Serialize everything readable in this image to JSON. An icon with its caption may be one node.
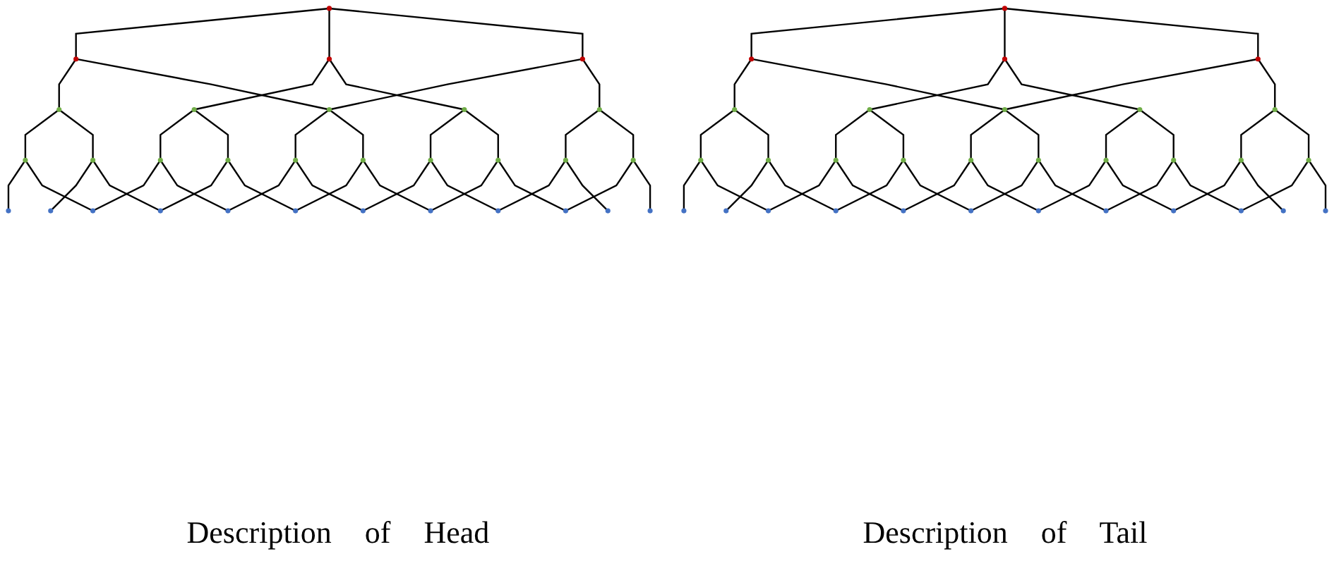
{
  "diagram": {
    "nodes": [
      {
        "text": [],
        "shape": "circle"
      },
      {
        "text": [],
        "shape": "circle"
      },
      {
        "text": [],
        "shape": "circle"
      },
      {
        "text": [],
        "shape": "circle"
      },
      {
        "text": [],
        "shape": "circle"
      },
      {
        "text": [],
        "shape": "circle"
      },
      {
        "text": [],
        "shape": "circle"
      },
      {
        "text": [],
        "shape": "circle"
      },
      {
        "text": [],
        "shape": "circle"
      },
      {
        "text": [],
        "shape": "circle"
      },
      {
        "text": [],
        "shape": "circle"
      },
      {
        "text": [],
        "shape": "circle"
      },
      {
        "text": [],
        "shape": "circle"
      },
      {
        "text": [],
        "shape": "circle"
      },
      {
        "text": [],
        "shape": "circle"
      },
      {
        "text": [],
        "shape": "circle"
      },
      {
        "text": [],
        "shape": "circle"
      },
      {
        "text": [],
        "shape": "circle"
      },
      {
        "text": [],
        "shape": "circle"
      },
      {
        "text": [],
        "shape": "circle"
      },
      {
        "text": [],
        "shape": "circle"
      },
      {
        "text": [],
        "shape": "circle"
      },
      {
        "text": [],
        "shape": "circle"
      },
      {
        "text": [],
        "shape": "circle"
      },
      {
        "text": [],
        "shape": "circle"
      },
      {
        "text": [],
        "shape": "circle"
      },
      {
        "text": [],
        "shape": "circle"
      },
      {
        "text": [],
        "shape": "circle"
      },
      {
        "text": [],
        "shape": "circle"
      },
      {
        "text": [],
        "shape": "circle"
      },
      {
        "text": [],
        "shape": "circle"
      },
      {
        "text": [],
        "shape": "circle"
      },
      {
        "text": [],
        "shape": "circle"
      },
      {
        "text": [],
        "shape": "circle"
      },
      {
        "text": [],
        "shape": "circle"
      },
      {
        "text": [],
        "shape": "circle"
      },
      {
        "text": [],
        "shape": "circle"
      },
      {
        "text": [],
        "shape": "circle"
      },
      {
        "text": [],
        "shape": "circle"
      },
      {
        "text": [],
        "shape": "circle"
      },
      {
        "text": [],
        "shape": "circle"
      },
      {
        "text": [],
        "shape": "circle"
      },
      {
        "text": [],
        "shape": "circle"
      },
      {
        "text": [],
        "shape": "circle"
      },
      {
        "text": [],
        "shape": "circle"
      },
      {
        "text": [],
        "shape": "circle"
      },
      {
        "text": [],
        "shape": "circle"
      },
      {
        "text": [],
        "shape": "circle"
      },
      {
        "text": [],
        "shape": "circle"
      },
      {
        "text": [],
        "shape": "circle"
      },
      {
        "text": [],
        "shape": "circle"
      },
      {
        "text": [],
        "shape": "circle"
      },
      {
        "text": [],
        "shape": "circle"
      },
      {
        "text": [],
        "shape": "circle"
      },
      {
        "text": [],
        "shape": "circle"
      },
      {
        "text": [],
        "shape": "circle"
      },
      {
        "text": [],
        "shape": "circle"
      },
      {
        "text": [],
        "shape": "circle"
      },
      {
        "text": [],
        "shape": "circle"
      },
      {
        "text": [],
        "shape": "circle"
      },
      {
        "text": [],
        "shape": "circle"
      },
      {
        "text": [],
        "shape": "circle"
      }
    ],
    "edges": [
      {
        "from": 0,
        "to": 1,
        "arrow": "none"
      },
      {
        "from": 0,
        "to": 2,
        "arrow": "none"
      },
      {
        "from": 0,
        "to": 3,
        "arrow": "none"
      },
      {
        "from": 1,
        "to": 4,
        "arrow": "none"
      },
      {
        "from": 1,
        "to": 6,
        "arrow": "none"
      },
      {
        "from": 2,
        "to": 5,
        "arrow": "none"
      },
      {
        "from": 2,
        "to": 7,
        "arrow": "none"
      },
      {
        "from": 3,
        "to": 6,
        "arrow": "none"
      },
      {
        "from": 3,
        "to": 8,
        "arrow": "none"
      },
      {
        "from": 4,
        "to": 9,
        "arrow": "none"
      },
      {
        "from": 4,
        "to": 10,
        "arrow": "none"
      },
      {
        "from": 5,
        "to": 11,
        "arrow": "none"
      },
      {
        "from": 5,
        "to": 12,
        "arrow": "none"
      },
      {
        "from": 6,
        "to": 13,
        "arrow": "none"
      },
      {
        "from": 6,
        "to": 14,
        "arrow": "none"
      },
      {
        "from": 7,
        "to": 15,
        "arrow": "none"
      },
      {
        "from": 7,
        "to": 16,
        "arrow": "none"
      },
      {
        "from": 8,
        "to": 17,
        "arrow": "none"
      },
      {
        "from": 8,
        "to": 18,
        "arrow": "none"
      },
      {
        "from": 9,
        "to": 19,
        "arrow": "none"
      },
      {
        "from": 9,
        "to": 21,
        "arrow": "none"
      },
      {
        "from": 10,
        "to": 20,
        "arrow": "none"
      },
      {
        "from": 10,
        "to": 22,
        "arrow": "none"
      },
      {
        "from": 11,
        "to": 21,
        "arrow": "none"
      },
      {
        "from": 11,
        "to": 23,
        "arrow": "none"
      },
      {
        "from": 12,
        "to": 22,
        "arrow": "none"
      },
      {
        "from": 12,
        "to": 24,
        "arrow": "none"
      },
      {
        "from": 13,
        "to": 23,
        "arrow": "none"
      },
      {
        "from": 13,
        "to": 25,
        "arrow": "none"
      },
      {
        "from": 14,
        "to": 24,
        "arrow": "none"
      },
      {
        "from": 14,
        "to": 26,
        "arrow": "none"
      },
      {
        "from": 15,
        "to": 25,
        "arrow": "none"
      },
      {
        "from": 15,
        "to": 27,
        "arrow": "none"
      },
      {
        "from": 16,
        "to": 26,
        "arrow": "none"
      },
      {
        "from": 16,
        "to": 28,
        "arrow": "none"
      },
      {
        "from": 17,
        "to": 27,
        "arrow": "none"
      },
      {
        "from": 17,
        "to": 29,
        "arrow": "none"
      },
      {
        "from": 18,
        "to": 28,
        "arrow": "none"
      },
      {
        "from": 18,
        "to": 30,
        "arrow": "none"
      },
      {
        "from": 31,
        "to": 32,
        "arrow": "none"
      },
      {
        "from": 31,
        "to": 33,
        "arrow": "none"
      },
      {
        "from": 31,
        "to": 34,
        "arrow": "none"
      },
      {
        "from": 32,
        "to": 35,
        "arrow": "none"
      },
      {
        "from": 32,
        "to": 37,
        "arrow": "none"
      },
      {
        "from": 33,
        "to": 36,
        "arrow": "none"
      },
      {
        "from": 33,
        "to": 38,
        "arrow": "none"
      },
      {
        "from": 34,
        "to": 37,
        "arrow": "none"
      },
      {
        "from": 34,
        "to": 39,
        "arrow": "none"
      },
      {
        "from": 35,
        "to": 40,
        "arrow": "none"
      },
      {
        "from": 35,
        "to": 41,
        "arrow": "none"
      },
      {
        "from": 36,
        "to": 42,
        "arrow": "none"
      },
      {
        "from": 36,
        "to": 43,
        "arrow": "none"
      },
      {
        "from": 37,
        "to": 44,
        "arrow": "none"
      },
      {
        "from": 37,
        "to": 45,
        "arrow": "none"
      },
      {
        "from": 38,
        "to": 46,
        "arrow": "none"
      },
      {
        "from": 38,
        "to": 47,
        "arrow": "none"
      },
      {
        "from": 39,
        "to": 48,
        "arrow": "none"
      },
      {
        "from": 39,
        "to": 49,
        "arrow": "none"
      },
      {
        "from": 40,
        "to": 50,
        "arrow": "none"
      },
      {
        "from": 40,
        "to": 52,
        "arrow": "none"
      },
      {
        "from": 41,
        "to": 51,
        "arrow": "none"
      },
      {
        "from": 41,
        "to": 53,
        "arrow": "none"
      },
      {
        "from": 42,
        "to": 52,
        "arrow": "none"
      },
      {
        "from": 42,
        "to": 54,
        "arrow": "none"
      },
      {
        "from": 43,
        "to": 53,
        "arrow": "none"
      },
      {
        "from": 43,
        "to": 55,
        "arrow": "none"
      },
      {
        "from": 44,
        "to": 54,
        "arrow": "none"
      },
      {
        "from": 44,
        "to": 56,
        "arrow": "none"
      },
      {
        "from": 45,
        "to": 55,
        "arrow": "none"
      },
      {
        "from": 45,
        "to": 57,
        "arrow": "none"
      },
      {
        "from": 46,
        "to": 56,
        "arrow": "none"
      },
      {
        "from": 46,
        "to": 58,
        "arrow": "none"
      },
      {
        "from": 47,
        "to": 57,
        "arrow": "none"
      },
      {
        "from": 47,
        "to": 59,
        "arrow": "none"
      },
      {
        "from": 48,
        "to": 58,
        "arrow": "none"
      },
      {
        "from": 48,
        "to": 60,
        "arrow": "none"
      },
      {
        "from": 49,
        "to": 59,
        "arrow": "none"
      },
      {
        "from": 49,
        "to": 61,
        "arrow": "none"
      }
    ],
    "labels": [
      "Description of Head",
      "Description of Tail"
    ]
  }
}
